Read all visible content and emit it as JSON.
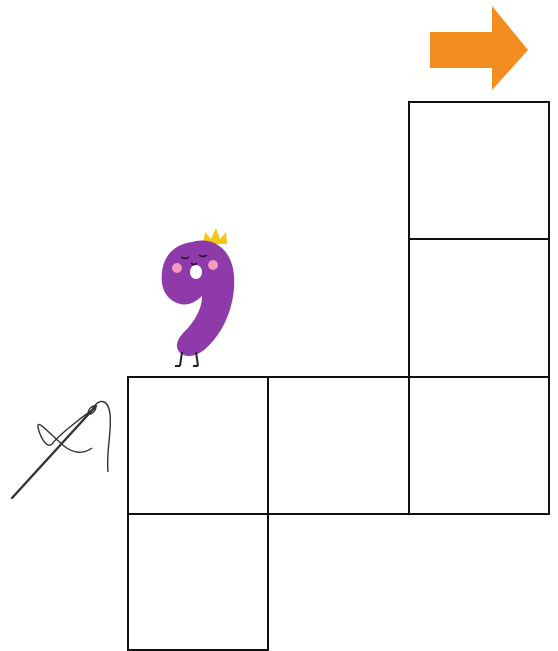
{
  "scene": {
    "cells": [
      {
        "id": "cell-1"
      },
      {
        "id": "cell-2"
      },
      {
        "id": "cell-3"
      },
      {
        "id": "cell-4"
      },
      {
        "id": "cell-5"
      },
      {
        "id": "cell-6"
      }
    ],
    "arrow": {
      "icon": "arrow-right-icon",
      "color": "#F28C1E",
      "direction": "right"
    },
    "character": {
      "digit": "9",
      "icon": "crowned-nine-character-icon",
      "body_color": "#8E3AA8",
      "crown_color": "#F5C518",
      "cheek_color": "#F49AC1"
    },
    "needle": {
      "icon": "needle-and-thread-icon",
      "color": "#333333"
    }
  }
}
